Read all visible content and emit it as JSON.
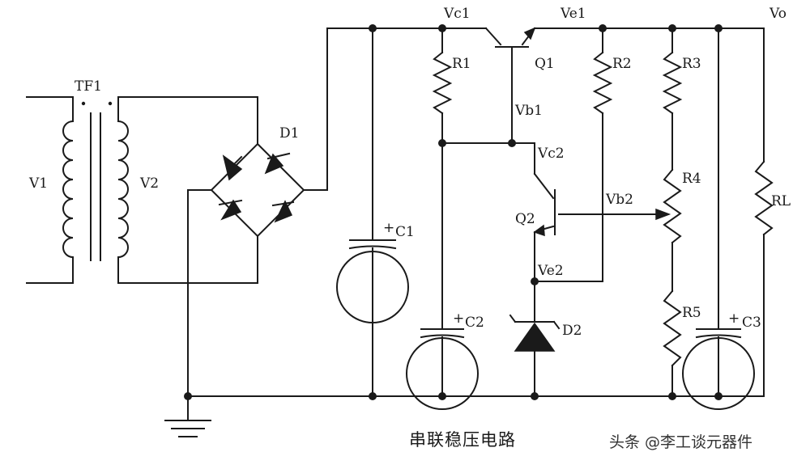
{
  "labels": {
    "vc1": "Vc1",
    "ve1": "Ve1",
    "vo": "Vo",
    "tf1": "TF1",
    "v1": "V1",
    "v2": "V2",
    "d1": "D1",
    "r1": "R1",
    "q1": "Q1",
    "r2": "R2",
    "r3": "R3",
    "vb1": "Vb1",
    "vc2": "Vc2",
    "r4": "R4",
    "rl": "RL",
    "vb2": "Vb2",
    "q2": "Q2",
    "c1": "C1",
    "ve2": "Ve2",
    "r5": "R5",
    "c2": "C2",
    "c3": "C3",
    "d2": "D2",
    "plus": "+"
  },
  "caption": "串联稳压电路",
  "watermark": "头条 @李工谈元器件"
}
